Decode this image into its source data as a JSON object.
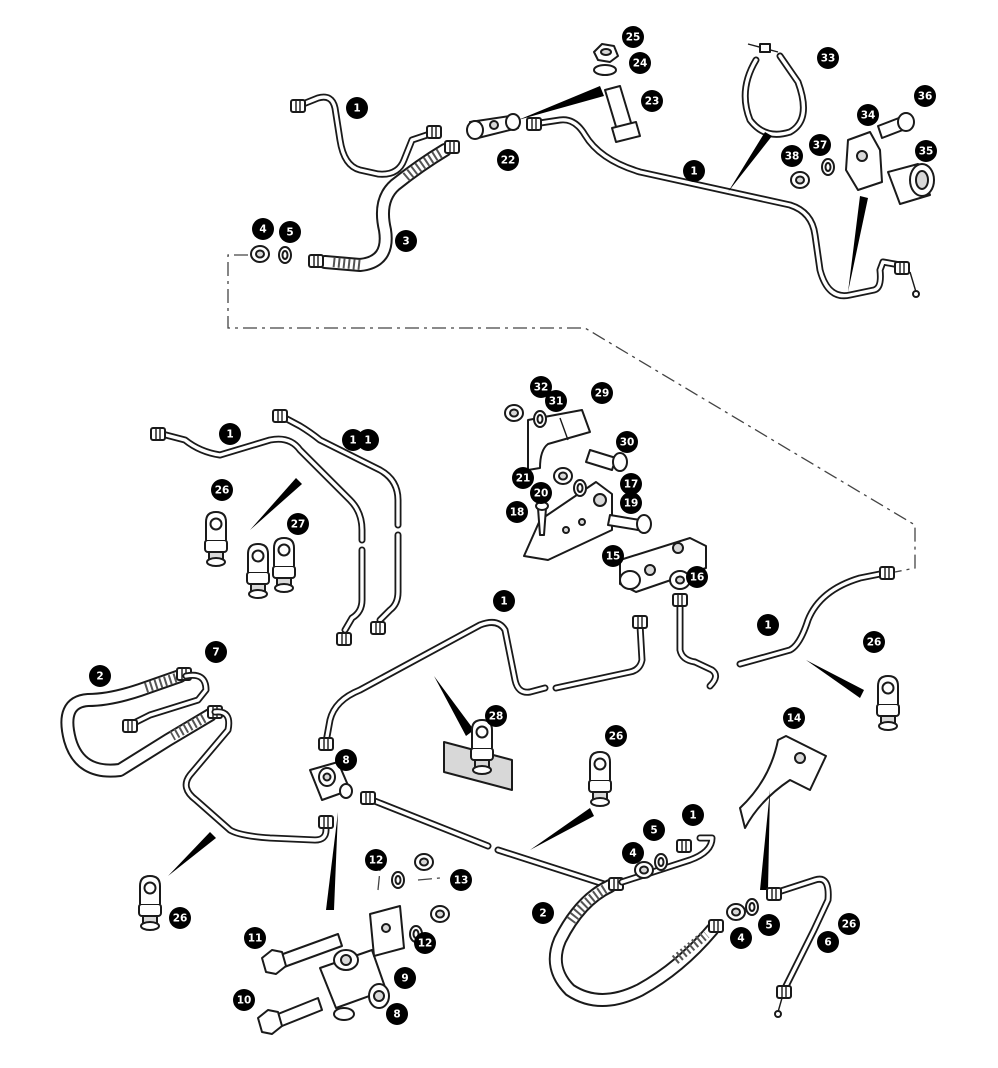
{
  "callouts": [
    {
      "label": "1"
    },
    {
      "label": "1"
    },
    {
      "label": "1"
    },
    {
      "label": "1"
    },
    {
      "label": "1"
    },
    {
      "label": "1"
    },
    {
      "label": "1"
    },
    {
      "label": "1"
    },
    {
      "label": "2"
    },
    {
      "label": "2"
    },
    {
      "label": "3"
    },
    {
      "label": "4"
    },
    {
      "label": "4"
    },
    {
      "label": "4"
    },
    {
      "label": "5"
    },
    {
      "label": "5"
    },
    {
      "label": "5"
    },
    {
      "label": "6"
    },
    {
      "label": "7"
    },
    {
      "label": "8"
    },
    {
      "label": "8"
    },
    {
      "label": "9"
    },
    {
      "label": "10"
    },
    {
      "label": "11"
    },
    {
      "label": "12"
    },
    {
      "label": "12"
    },
    {
      "label": "13"
    },
    {
      "label": "14"
    },
    {
      "label": "15"
    },
    {
      "label": "16"
    },
    {
      "label": "17"
    },
    {
      "label": "18"
    },
    {
      "label": "19"
    },
    {
      "label": "20"
    },
    {
      "label": "21"
    },
    {
      "label": "22"
    },
    {
      "label": "23"
    },
    {
      "label": "24"
    },
    {
      "label": "25"
    },
    {
      "label": "26"
    },
    {
      "label": "26"
    },
    {
      "label": "26"
    },
    {
      "label": "26"
    },
    {
      "label": "26"
    },
    {
      "label": "27"
    },
    {
      "label": "28"
    },
    {
      "label": "29"
    },
    {
      "label": "30"
    },
    {
      "label": "31"
    },
    {
      "label": "32"
    },
    {
      "label": "33"
    },
    {
      "label": "34"
    },
    {
      "label": "35"
    },
    {
      "label": "36"
    },
    {
      "label": "37"
    },
    {
      "label": "38"
    }
  ]
}
